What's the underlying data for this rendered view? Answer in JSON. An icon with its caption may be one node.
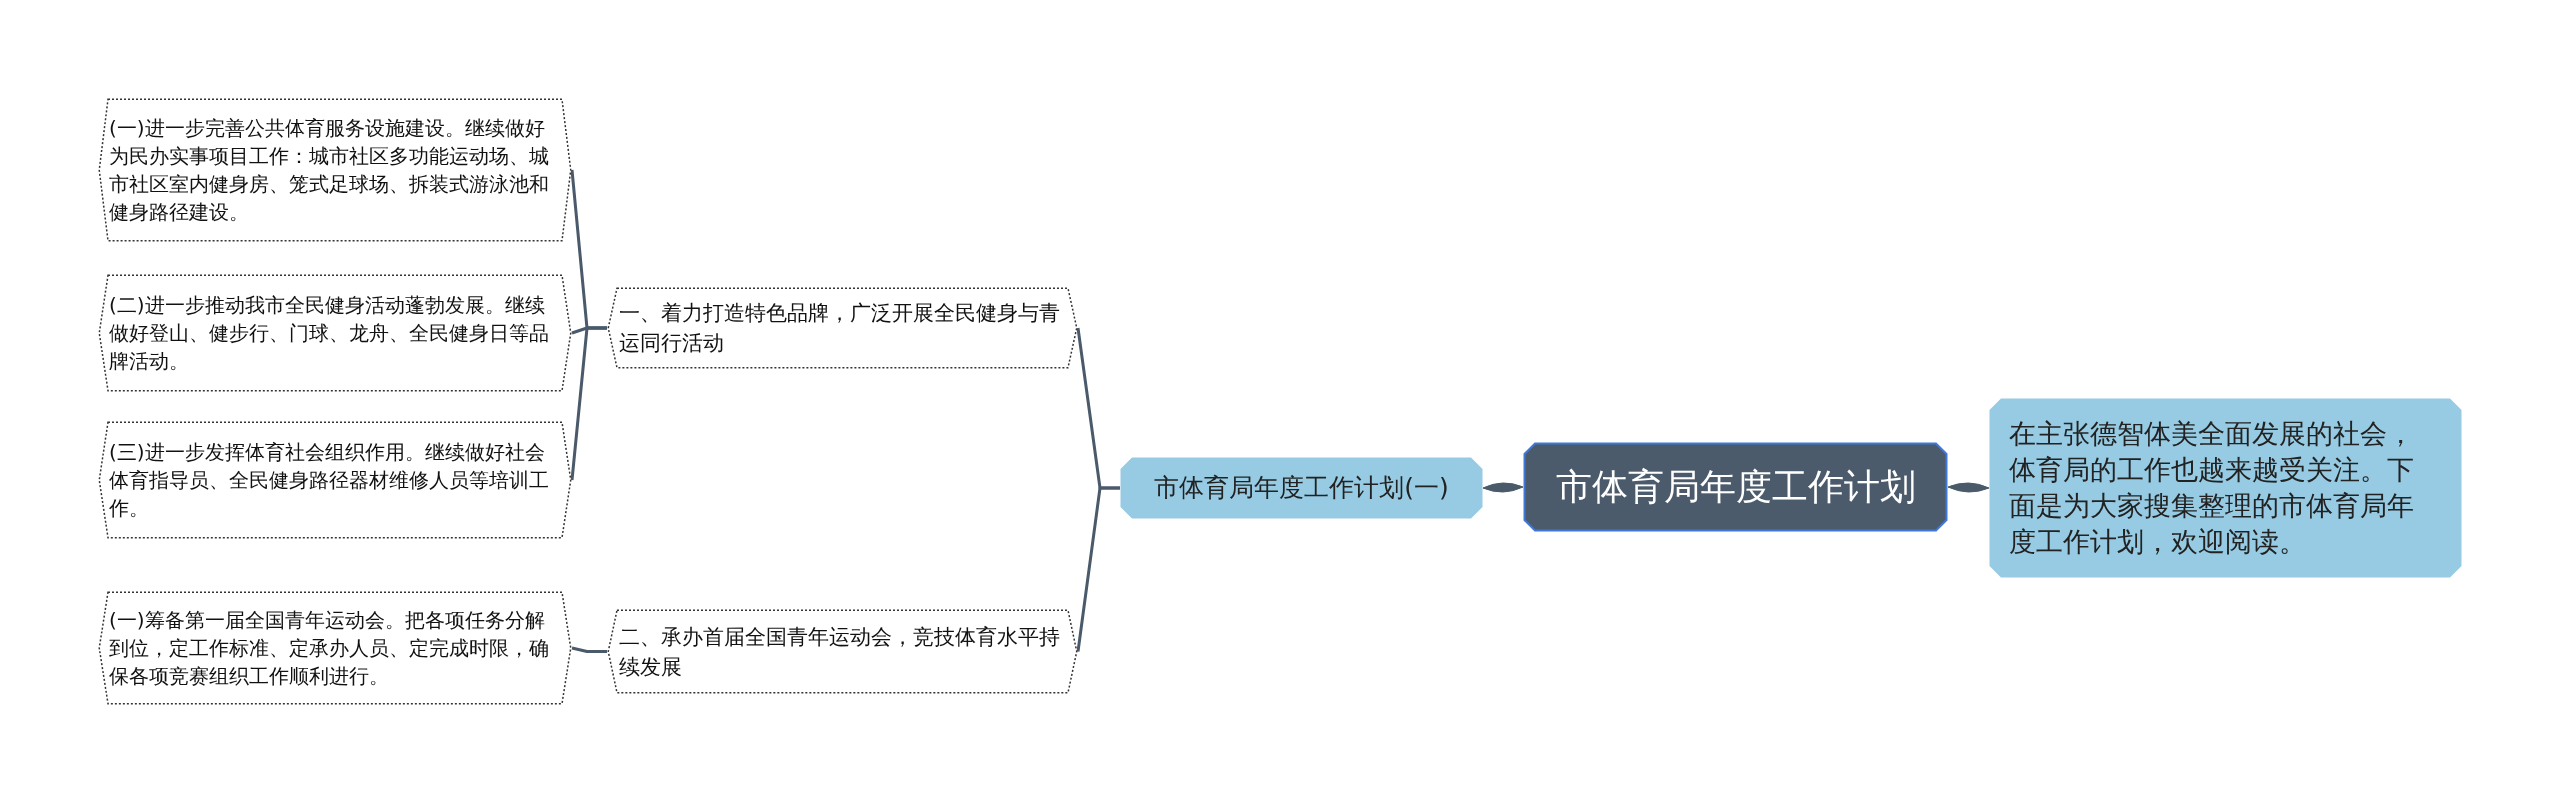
{
  "diagram": {
    "nodes": [
      {
        "text": [
          "市体育局年度工作计划"
        ]
      },
      {
        "text": [
          "在主张德智体美全面发展的社会，体育局的工作也越来越受关注。下面是为大家搜集整理的市体育局年度工作计划，欢迎阅读。"
        ]
      },
      {
        "text": [
          "市体育局年度工作计划(一)"
        ]
      },
      {
        "text": [
          "一、着力打造特色品牌，广泛开展全民健身与青运同行活动"
        ]
      },
      {
        "text": [
          "二、承办首届全国青年运动会，竞技体育水平持续发展"
        ]
      },
      {
        "text": [
          "(一)进一步完善公共体育服务设施建设。继续做好为民办实事项目工作：城市社区多功能运动场、城市社区室内健身房、笼式足球场、拆装式游泳池和健身路径建设。"
        ]
      },
      {
        "text": [
          "(二)进一步推动我市全民健身活动蓬勃发展。继续做好登山、健步行、门球、龙舟、全民健身日等品牌活动。"
        ]
      },
      {
        "text": [
          "(三)进一步发挥体育社会组织作用。继续做好社会体育指导员、全民健身路径器材维修人员等培训工作。"
        ]
      },
      {
        "text": [
          "(一)筹备第一届全国青年运动会。把各项任务分解到位，定工作标准、定承办人员、定完成时限，确保各项竞赛组织工作顺利进行。"
        ]
      }
    ],
    "edges": [
      {
        "from": 0,
        "to": 1,
        "arrow": "none",
        "style": "thick"
      },
      {
        "from": 0,
        "to": 2,
        "arrow": "none",
        "style": "thick"
      },
      {
        "from": 2,
        "to": 3,
        "arrow": "none"
      },
      {
        "from": 2,
        "to": 4,
        "arrow": "none"
      },
      {
        "from": 3,
        "to": 5,
        "arrow": "none"
      },
      {
        "from": 3,
        "to": 6,
        "arrow": "none"
      },
      {
        "from": 3,
        "to": 7,
        "arrow": "none"
      },
      {
        "from": 4,
        "to": 8,
        "arrow": "none"
      }
    ]
  }
}
